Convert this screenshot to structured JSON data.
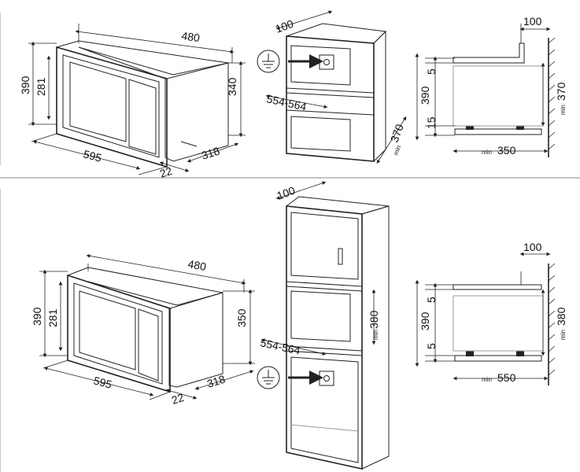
{
  "top_row": {
    "oven": {
      "width": "480",
      "height_outer": "390",
      "height_inner": "281",
      "depth": "340",
      "front_width": "595",
      "gap": "22",
      "side_depth": "318"
    },
    "cabinet": {
      "top_offset": "100",
      "opening": "554-564",
      "min_label": "min",
      "min_height": "370"
    },
    "side": {
      "offset": "100",
      "total": "390",
      "top_gap": "5",
      "bottom_gap": "15",
      "min_label": "min",
      "min_height": "370",
      "min_depth": "350"
    }
  },
  "bottom_row": {
    "oven": {
      "width": "480",
      "height_outer": "390",
      "height_inner": "281",
      "depth": "350",
      "front_width": "595",
      "gap": "22",
      "side_depth": "318"
    },
    "cabinet": {
      "top_offset": "100",
      "opening": "554-564",
      "min_label": "min",
      "min_height": "380"
    },
    "side": {
      "offset": "100",
      "total": "390",
      "top_gap": "5",
      "bottom_gap": "5",
      "min_label": "min",
      "min_height": "380",
      "min_depth": "550"
    }
  },
  "icons": [
    "ground-symbol-icon",
    "arrow-right-icon",
    "socket-icon"
  ]
}
